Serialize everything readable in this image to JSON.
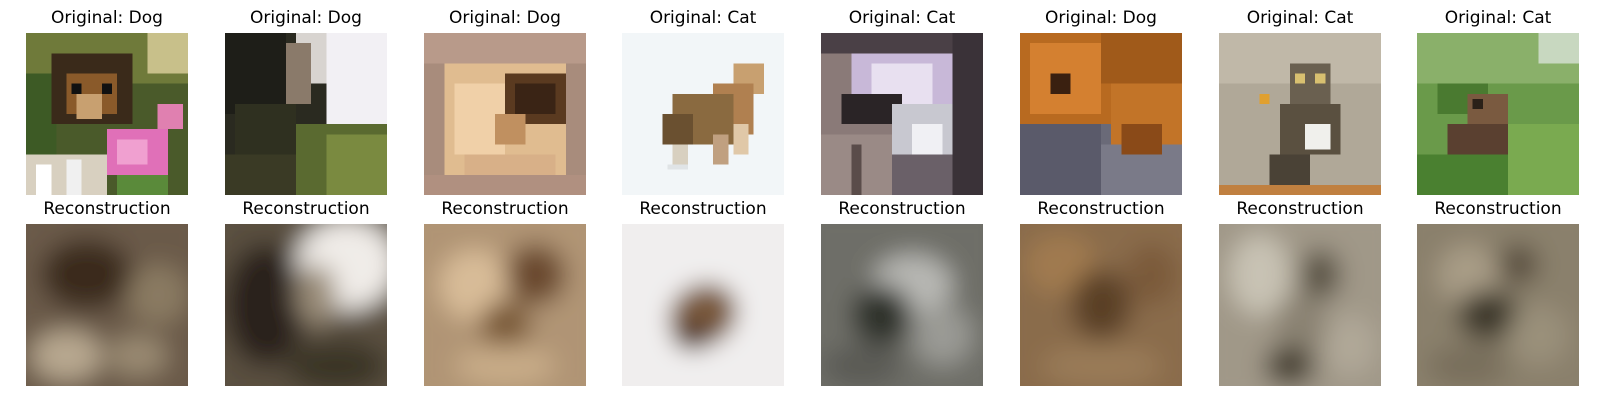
{
  "row_original": [
    {
      "title": "Original: Dog"
    },
    {
      "title": "Original: Dog"
    },
    {
      "title": "Original: Dog"
    },
    {
      "title": "Original: Cat"
    },
    {
      "title": "Original: Cat"
    },
    {
      "title": "Original: Dog"
    },
    {
      "title": "Original: Cat"
    },
    {
      "title": "Original: Cat"
    }
  ],
  "row_reconstruction": [
    {
      "title": "Reconstruction"
    },
    {
      "title": "Reconstruction"
    },
    {
      "title": "Reconstruction"
    },
    {
      "title": "Reconstruction"
    },
    {
      "title": "Reconstruction"
    },
    {
      "title": "Reconstruction"
    },
    {
      "title": "Reconstruction"
    },
    {
      "title": "Reconstruction"
    }
  ],
  "colors": {
    "background": "#ffffff",
    "text": "#000000"
  }
}
